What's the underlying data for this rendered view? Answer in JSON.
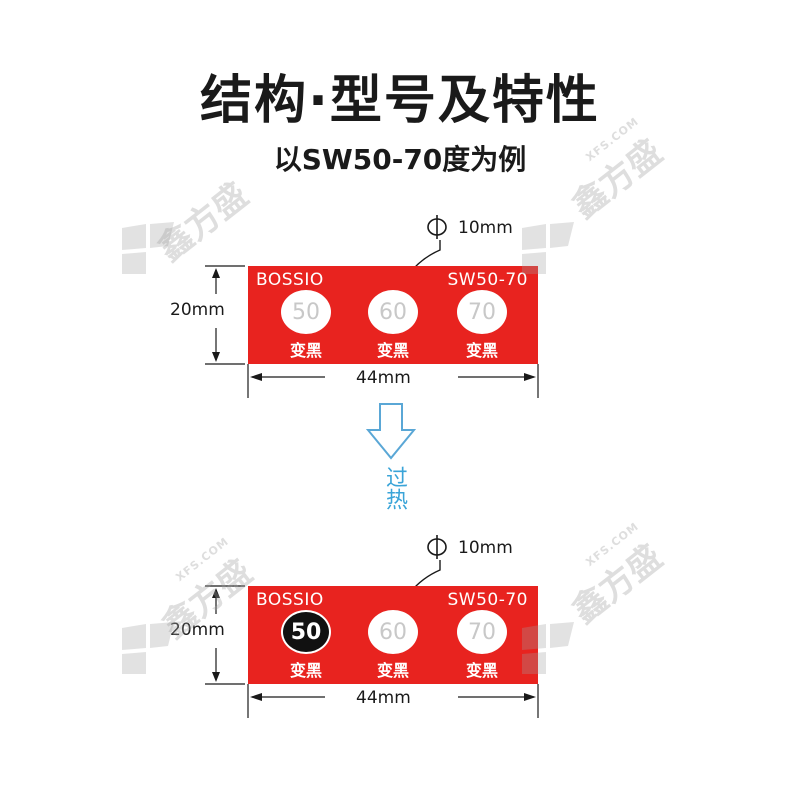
{
  "header": {
    "title": "结构·型号及特性",
    "subtitle": "以SW50-70度为例"
  },
  "diagram": {
    "brand": "BOSSIO",
    "model": "SW50-70",
    "diameter_label": "10mm",
    "height_label": "20mm",
    "width_label": "44mm",
    "dot_caption": "变黑",
    "before": {
      "dots": [
        "50",
        "60",
        "70"
      ]
    },
    "after": {
      "dots": [
        "50",
        "60",
        "70"
      ]
    },
    "process_label": "过热"
  },
  "colors": {
    "label_red": "#e8231f",
    "dot_white": "#ffffff",
    "dot_black": "#111111",
    "arrow_blue": "#3aa4d8"
  },
  "watermark": {
    "text": "鑫方盛",
    "domain": "XFS.COM"
  }
}
